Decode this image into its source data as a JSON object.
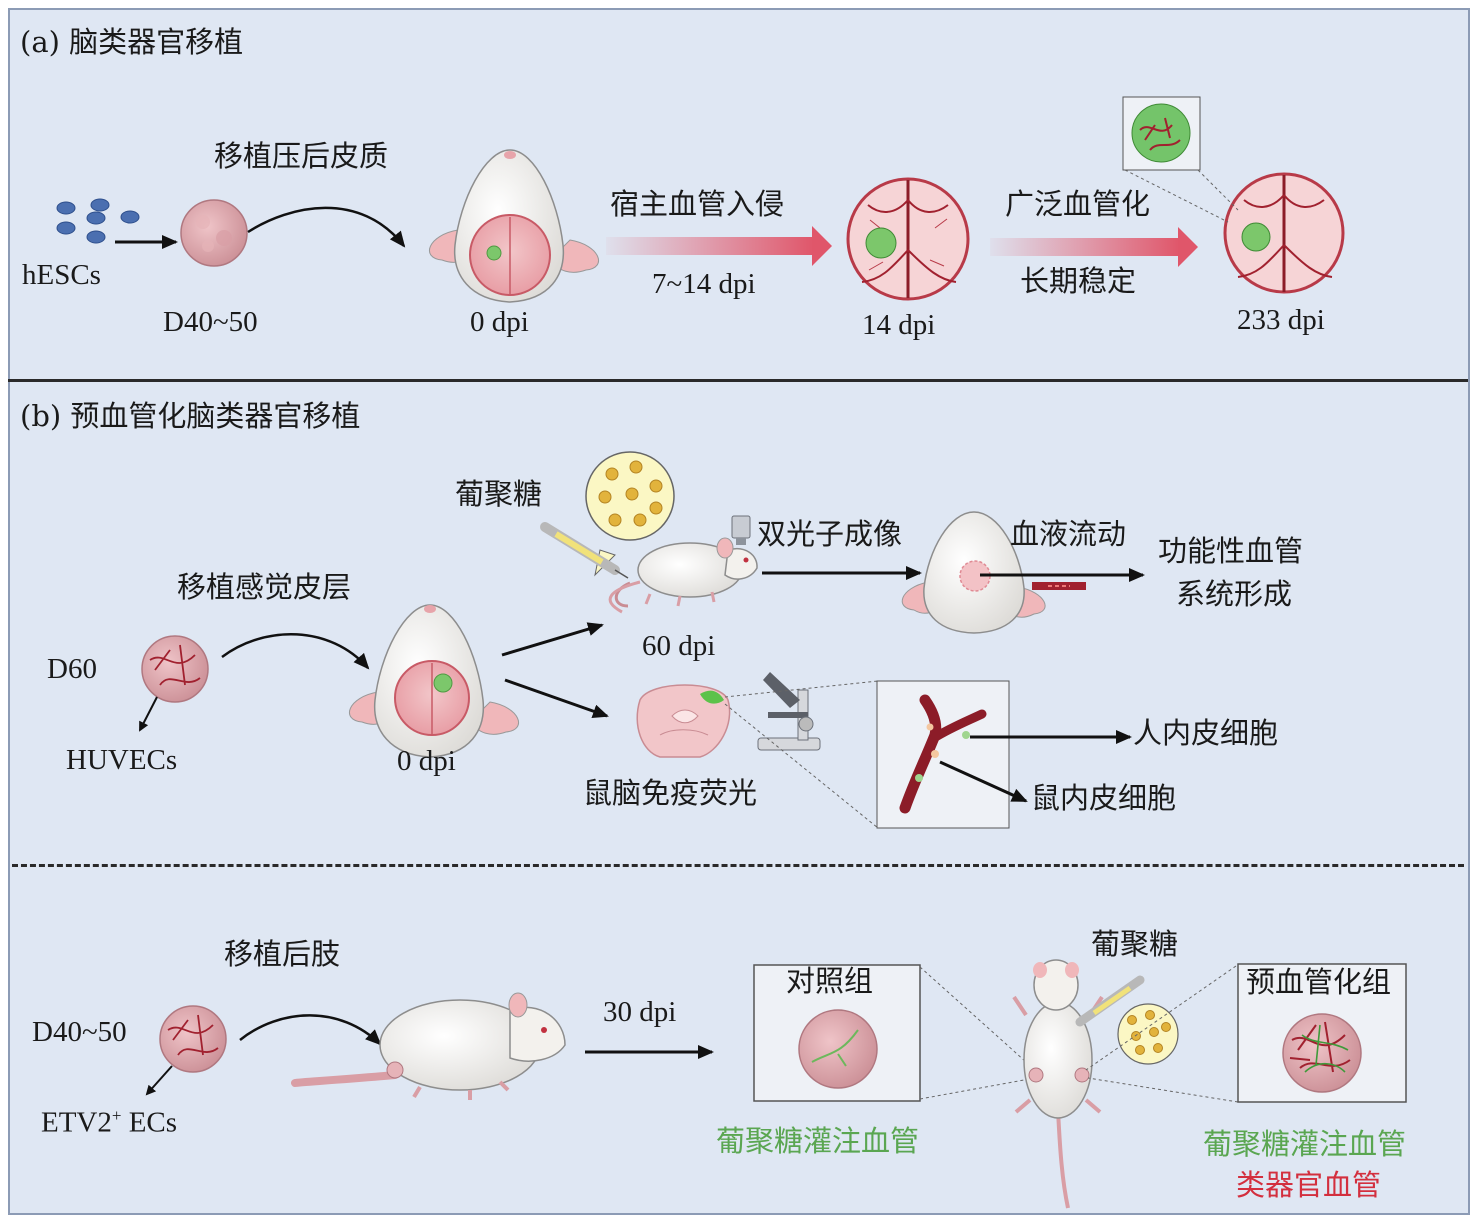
{
  "panel_a": {
    "title": "(a) 脑类器官移植",
    "cells_label": "hESCs",
    "day_label": "D40~50",
    "transplant_label": "移植压后皮质",
    "dpi_0": "0 dpi",
    "arrow1_top": "宿主血管入侵",
    "arrow1_bottom": "7~14 dpi",
    "dpi_14": "14 dpi",
    "arrow2_top": "广泛血管化",
    "arrow2_bottom": "长期稳定",
    "dpi_233": "233 dpi"
  },
  "panel_b": {
    "title": "(b) 预血管化脑类器官移植",
    "day_label": "D60",
    "cells_label": "HUVECs",
    "transplant_label": "移植感觉皮层",
    "dpi_0": "0 dpi",
    "dextran_label": "葡聚糖",
    "imaging_label": "双光子成像",
    "dpi_60": "60 dpi",
    "blood_flow_label": "血液流动",
    "result_line1": "功能性血管",
    "result_line2": "系统形成",
    "if_label": "鼠脑免疫荧光",
    "human_ec_label": "人内皮细胞",
    "mouse_ec_label": "鼠内皮细胞"
  },
  "panel_c": {
    "day_label": "D40~50",
    "cells_label": "ETV2",
    "cells_sup": "+",
    "cells_suffix": " ECs",
    "transplant_label": "移植后肢",
    "dpi_30": "30 dpi",
    "control_label": "对照组",
    "control_caption": "葡聚糖灌注血管",
    "dextran_label": "葡聚糖",
    "prevasc_label": "预血管化组",
    "prevasc_caption1": "葡聚糖灌注血管",
    "prevasc_caption2": "类器官血管"
  },
  "colors": {
    "panel_bg": "#dfe7f3",
    "arrow_gradient": "#e0566a",
    "green_text": "#5aa651",
    "red_text": "#d32f3e"
  }
}
